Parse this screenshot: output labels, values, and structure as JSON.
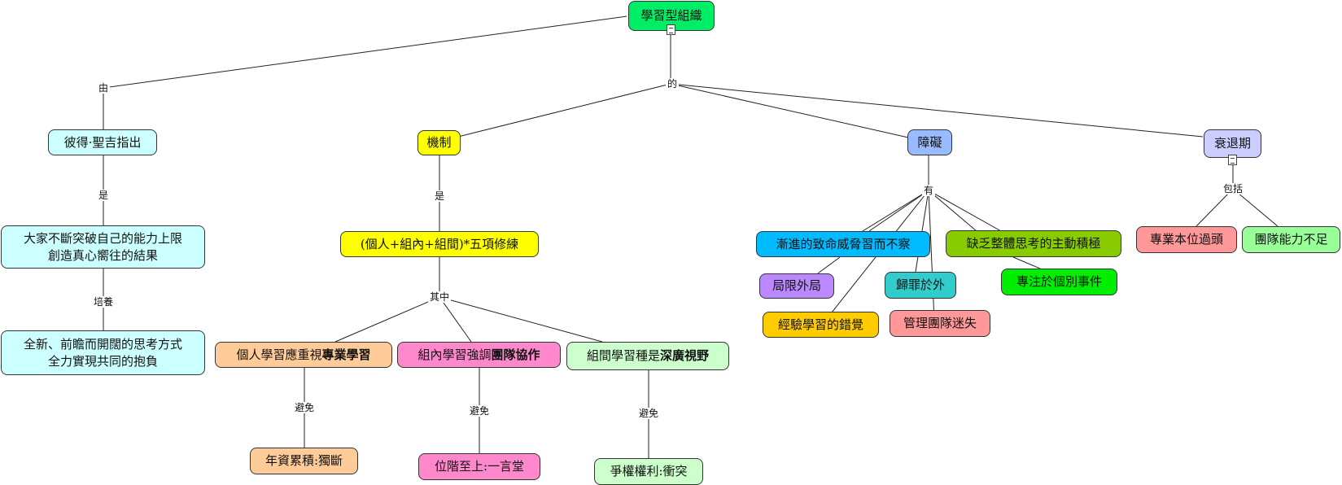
{
  "nodes": {
    "root": "學習型組織",
    "peter": "彼得·聖吉指出",
    "breakthrough": {
      "line1": "大家不斷突破自己的能力上限",
      "line2": "創造真心嚮往的結果"
    },
    "new_thinking": {
      "line1": "全新、前瞻而開闊的思考方式",
      "line2": "全力實現共同的抱負"
    },
    "mechanism": "機制",
    "five_disciplines": "(個人+組內+組間)*五項修練",
    "individual": {
      "prefix": "個人學習應重視",
      "bold": "專業學習"
    },
    "in_group": {
      "prefix": "組內學習強調",
      "bold": "團隊協作"
    },
    "between_groups": {
      "prefix": "組間學習種是",
      "bold": "深廣視野"
    },
    "seniority": "年資累積:獨斷",
    "hierarchy": "位階至上:一言堂",
    "power_struggle": "爭權權利:衝突",
    "obstacles": "障礙",
    "fatal_threat": "漸進的致命威脅習而不察",
    "local": "局限外局",
    "blame": "歸罪於外",
    "experience": "經驗學習的錯覺",
    "management": "管理團隊迷失",
    "systems_thinking": "缺乏整體思考的主動積極",
    "individual_events": "專注於個別事件",
    "decline": "衰退期",
    "dept_first": "專業本位過頭",
    "team_capacity": "團隊能力不足"
  },
  "links": {
    "by": "由",
    "of": "的",
    "is1": "是",
    "cultivate": "培養",
    "is2": "是",
    "among": "其中",
    "avoid1": "避免",
    "avoid2": "避免",
    "avoid3": "避免",
    "has": "有",
    "include": "包括"
  },
  "colors": {
    "root": "#00ee66",
    "cyan_light": "#ccffff",
    "yellow": "#ffff00",
    "orange_light": "#ffcc99",
    "pink": "#ff88cc",
    "green_light": "#ccffcc",
    "blue_light": "#99bbff",
    "sky": "#00bbff",
    "purple": "#bb88ff",
    "teal": "#33cccc",
    "amber": "#ffcc00",
    "salmon": "#ff9999",
    "olive": "#88cc00",
    "lime": "#00ee00",
    "lavender": "#ccccff",
    "mint": "#99ff99"
  },
  "icons": [
    "note-icon"
  ]
}
